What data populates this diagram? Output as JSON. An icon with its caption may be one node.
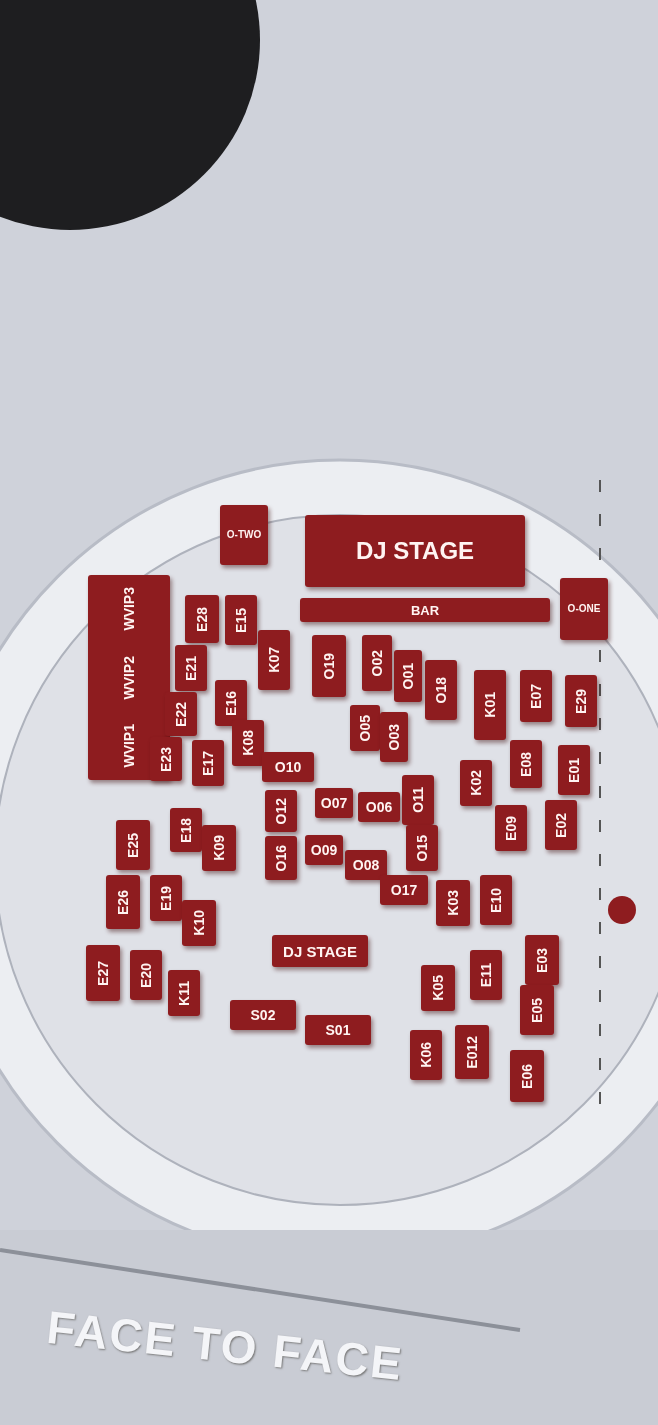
{
  "diagram": {
    "title": "FACE TO FACE",
    "nodes": [
      {
        "text": [
          "O-TWO"
        ]
      },
      {
        "text": [
          "DJ STAGE"
        ]
      },
      {
        "text": [
          "BAR"
        ]
      },
      {
        "text": [
          "O-ONE"
        ]
      },
      {
        "text": [
          "WVIP3",
          "WVIP2",
          "WVIP1"
        ]
      },
      {
        "text": [
          "E28"
        ]
      },
      {
        "text": [
          "E21"
        ]
      },
      {
        "text": [
          "E22"
        ]
      },
      {
        "text": [
          "E23"
        ]
      },
      {
        "text": [
          "E15"
        ]
      },
      {
        "text": [
          "E16"
        ]
      },
      {
        "text": [
          "E17"
        ]
      },
      {
        "text": [
          "K07"
        ]
      },
      {
        "text": [
          "K08"
        ]
      },
      {
        "text": [
          "O19"
        ]
      },
      {
        "text": [
          "O02"
        ]
      },
      {
        "text": [
          "O01"
        ]
      },
      {
        "text": [
          "O05"
        ]
      },
      {
        "text": [
          "O03"
        ]
      },
      {
        "text": [
          "O18"
        ]
      },
      {
        "text": [
          "K01"
        ]
      },
      {
        "text": [
          "E07"
        ]
      },
      {
        "text": [
          "E29"
        ]
      },
      {
        "text": [
          "E08"
        ]
      },
      {
        "text": [
          "E01"
        ]
      },
      {
        "text": [
          "O10"
        ]
      },
      {
        "text": [
          "O12"
        ]
      },
      {
        "text": [
          "O16"
        ]
      },
      {
        "text": [
          "O07"
        ]
      },
      {
        "text": [
          "O06"
        ]
      },
      {
        "text": [
          "O09"
        ]
      },
      {
        "text": [
          "O08"
        ]
      },
      {
        "text": [
          "O11"
        ]
      },
      {
        "text": [
          "O15"
        ]
      },
      {
        "text": [
          "O17"
        ]
      },
      {
        "text": [
          "K02"
        ]
      },
      {
        "text": [
          "E09"
        ]
      },
      {
        "text": [
          "E02"
        ]
      },
      {
        "text": [
          "E18"
        ]
      },
      {
        "text": [
          "K09"
        ]
      },
      {
        "text": [
          "E25"
        ]
      },
      {
        "text": [
          "E26"
        ]
      },
      {
        "text": [
          "E19"
        ]
      },
      {
        "text": [
          "K10"
        ]
      },
      {
        "text": [
          "DJ STAGE"
        ]
      },
      {
        "text": [
          "K03"
        ]
      },
      {
        "text": [
          "E10"
        ]
      },
      {
        "text": [
          "E03"
        ]
      },
      {
        "text": [
          "E27"
        ]
      },
      {
        "text": [
          "E20"
        ]
      },
      {
        "text": [
          "K11"
        ]
      },
      {
        "text": [
          "K05"
        ]
      },
      {
        "text": [
          "E11"
        ]
      },
      {
        "text": [
          "E05"
        ]
      },
      {
        "text": [
          "S02"
        ]
      },
      {
        "text": [
          "S01"
        ]
      },
      {
        "text": [
          "K06"
        ]
      },
      {
        "text": [
          "E012"
        ]
      },
      {
        "text": [
          "E06"
        ]
      }
    ]
  }
}
